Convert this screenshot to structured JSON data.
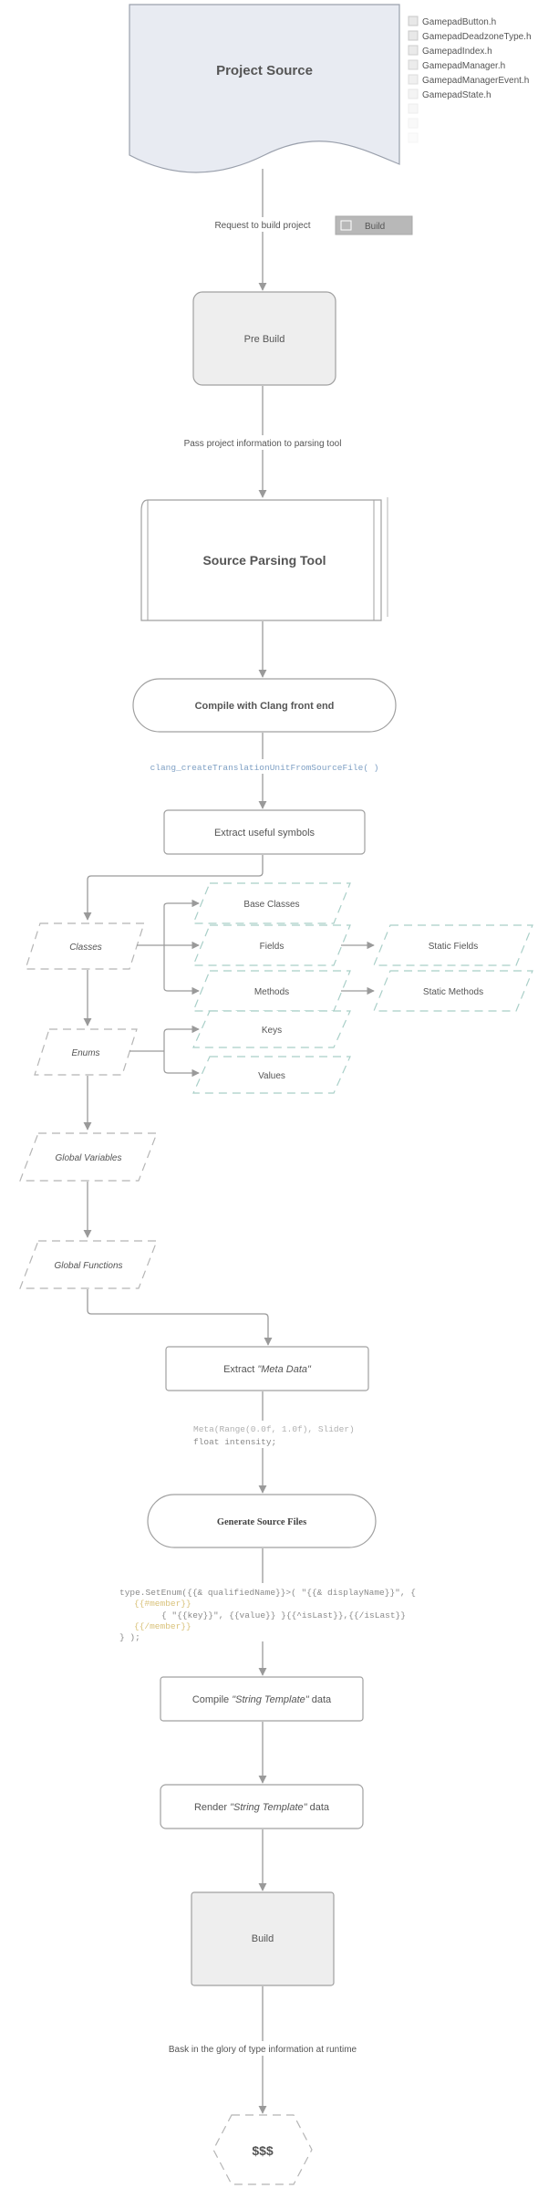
{
  "file_list": [
    "GamepadButton.h",
    "GamepadDeadzoneType.h",
    "GamepadIndex.h",
    "GamepadManager.h",
    "GamepadManagerEvent.h",
    "GamepadState.h",
    "",
    "",
    ""
  ],
  "build_button": {
    "label": "Build"
  },
  "nodes": {
    "project_source": "Project Source",
    "pre_build": "Pre Build",
    "source_parsing_tool": "Source Parsing Tool",
    "compile_clang": "Compile with Clang front end",
    "extract_symbols": "Extract useful symbols",
    "classes": "Classes",
    "base_classes": "Base Classes",
    "fields": "Fields",
    "static_fields": "Static Fields",
    "methods": "Methods",
    "static_methods": "Static Methods",
    "enums": "Enums",
    "keys": "Keys",
    "values": "Values",
    "global_variables": "Global Variables",
    "global_functions": "Global Functions",
    "extract_meta_prefix": "Extract ",
    "extract_meta_em": "\"Meta Data\"",
    "generate_source": "Generate Source Files",
    "compile_template_prefix": "Compile ",
    "compile_template_em": "\"String Template\"",
    "compile_template_suffix": " data",
    "render_template_prefix": "Render ",
    "render_template_em": "\"String Template\"",
    "render_template_suffix": " data",
    "build": "Build",
    "dollars": "$$$"
  },
  "edge_labels": {
    "request_build": "Request to build project",
    "pass_info": "Pass project information to parsing tool",
    "clang_call": "clang_createTranslationUnitFromSourceFile( )",
    "bask": "Bask in the glory of type information at runtime"
  },
  "code": {
    "meta_line1": "Meta(Range(0.0f, 1.0f), Slider)",
    "meta_line2": "float intensity;",
    "template_line1": "type.SetEnum({{& qualifiedName}}>( \"{{& displayName}}\", {",
    "template_line2": "{{#member}}",
    "template_line3": "{ \"{{key}}\", {{value}} }{{^isLast}},{{/isLast}}",
    "template_line4": "{{/member}}",
    "template_line5": "} );"
  },
  "colors": {
    "stroke": "#9a9a9a",
    "box_fill": "#eeeeee",
    "doc_fill": "#e8ebf2",
    "dash_green": "#a9cfc8",
    "dash_gray": "#b5b5b5",
    "code_blue": "#7fa0c4",
    "code_gold": "#d9c27a"
  }
}
